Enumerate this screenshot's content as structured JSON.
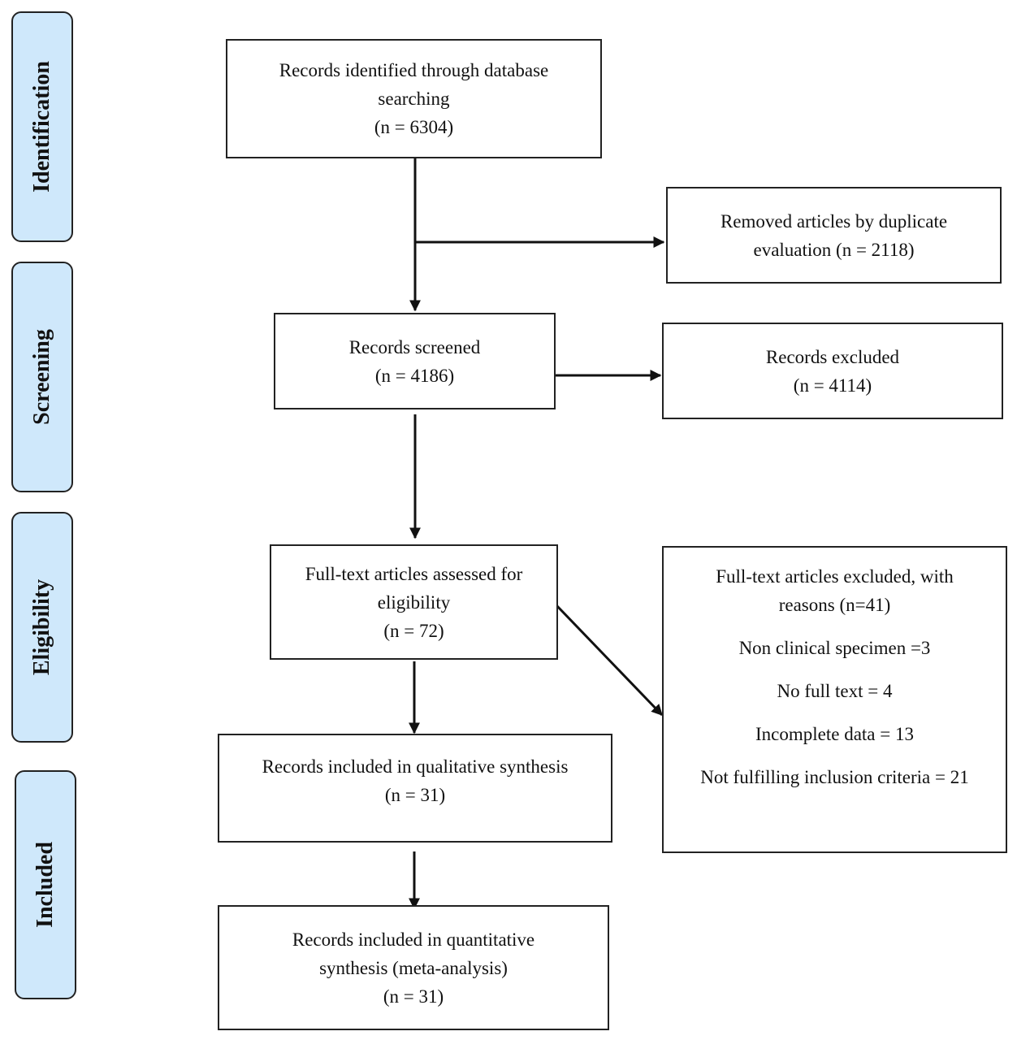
{
  "phases": {
    "identification": "Identification",
    "screening": "Screening",
    "eligibility": "Eligibility",
    "included": "Included"
  },
  "boxes": {
    "identified": {
      "line1": "Records identified through database",
      "line2": "searching",
      "count": "(n = 6304)"
    },
    "duplicates": {
      "line1": "Removed articles by duplicate",
      "line2": "evaluation (n = 2118)"
    },
    "screened": {
      "line1": "Records screened",
      "count": "(n = 4186)"
    },
    "excluded": {
      "line1": "Records excluded",
      "count": "(n = 4114)"
    },
    "assessed": {
      "line1": "Full-text articles assessed for",
      "line2": "eligibility",
      "count": "(n = 72)"
    },
    "fulltext_excluded": {
      "line1": "Full-text articles excluded, with",
      "line2": "reasons (n=41)",
      "reasons": [
        "Non clinical specimen =3",
        "No full text = 4",
        "Incomplete data = 13",
        "Not fulfilling inclusion criteria = 21"
      ]
    },
    "qualitative": {
      "line1": "Records included in qualitative synthesis",
      "count": "(n = 31)"
    },
    "quantitative": {
      "line1": "Records included in quantitative",
      "line2": "synthesis (meta-analysis)",
      "count": "(n = 31)"
    }
  }
}
